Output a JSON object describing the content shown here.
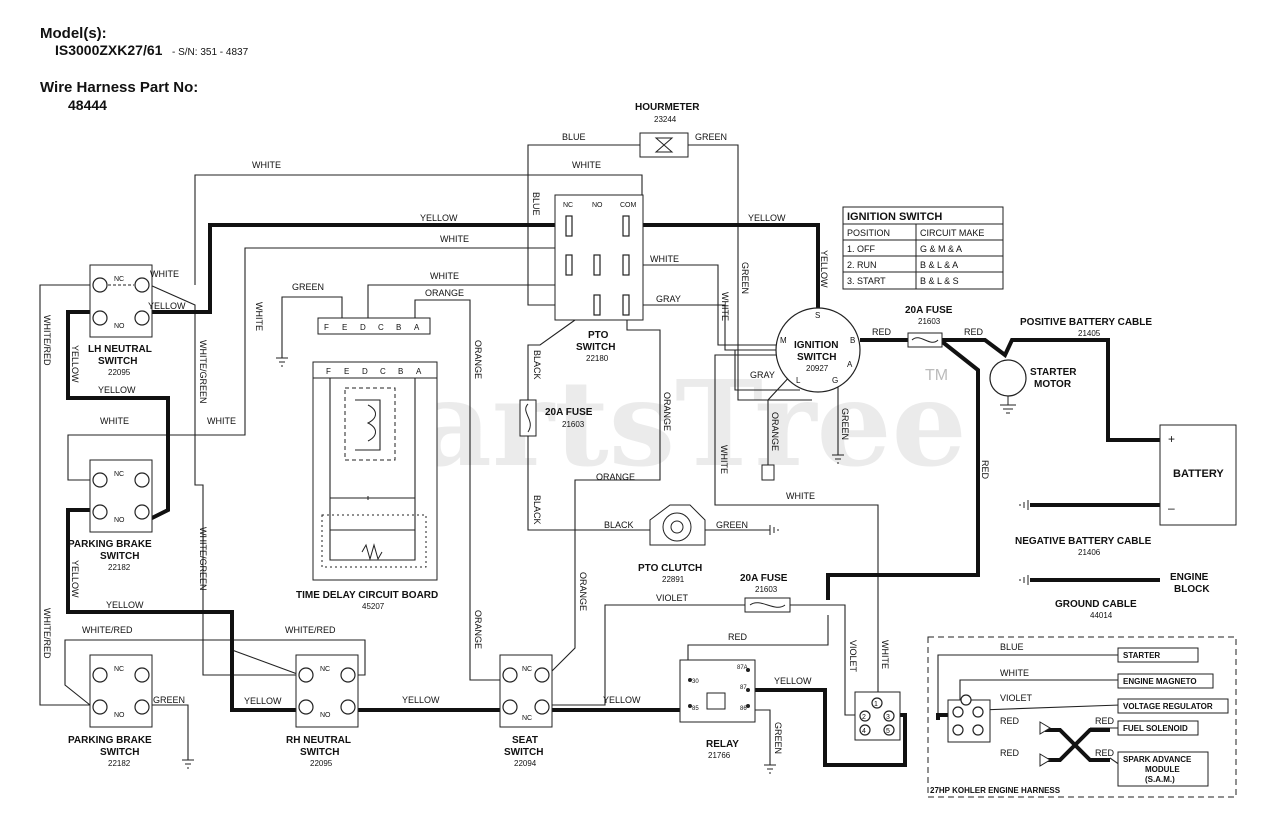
{
  "header": {
    "models_label": "Model(s):",
    "model": "IS3000ZXK27/61",
    "serial": "- S/N: 351 - 4837",
    "harness_label": "Wire Harness Part No:",
    "harness_no": "48444"
  },
  "watermark": {
    "text": "PartsTree",
    "tm": "TM"
  },
  "ignition_table": {
    "title": "IGNITION SWITCH",
    "col1": "POSITION",
    "col2": "CIRCUIT MAKE",
    "rows": [
      {
        "pos": "1. OFF",
        "make": "G & M & A"
      },
      {
        "pos": "2. RUN",
        "make": "B & L & A"
      },
      {
        "pos": "3. START",
        "make": "B & L & S"
      }
    ]
  },
  "components": {
    "hourmeter": {
      "name": "HOURMETER",
      "pn": "23244"
    },
    "pto_switch": {
      "name1": "PTO",
      "name2": "SWITCH",
      "pn": "22180"
    },
    "pto_fuse": {
      "name": "20A FUSE",
      "pn": "21603"
    },
    "ignition": {
      "name1": "IGNITION",
      "name2": "SWITCH",
      "pn": "20927"
    },
    "fuse_main": {
      "name": "20A FUSE",
      "pn": "21603"
    },
    "fuse_relay": {
      "name": "20A FUSE",
      "pn": "21603"
    },
    "pos_cable": {
      "name": "POSITIVE BATTERY CABLE",
      "pn": "21405"
    },
    "starter": {
      "name1": "STARTER",
      "name2": "MOTOR"
    },
    "battery": {
      "name": "BATTERY",
      "plus": "+",
      "minus": "–"
    },
    "neg_cable": {
      "name": "NEGATIVE BATTERY CABLE",
      "pn": "21406"
    },
    "engine_block": {
      "name1": "ENGINE",
      "name2": "BLOCK"
    },
    "ground_cable": {
      "name": "GROUND CABLE",
      "pn": "44014"
    },
    "lh_neutral": {
      "name1": "LH NEUTRAL",
      "name2": "SWITCH",
      "pn": "22095"
    },
    "parking_brake_1": {
      "name1": "PARKING BRAKE",
      "name2": "SWITCH",
      "pn": "22182"
    },
    "parking_brake_2": {
      "name1": "PARKING BRAKE",
      "name2": "SWITCH",
      "pn": "22182"
    },
    "rh_neutral": {
      "name1": "RH NEUTRAL",
      "name2": "SWITCH",
      "pn": "22095"
    },
    "seat_switch": {
      "name1": "SEAT",
      "name2": "SWITCH",
      "pn": "22094"
    },
    "relay": {
      "name": "RELAY",
      "pn": "21766"
    },
    "pto_clutch": {
      "name": "PTO CLUTCH",
      "pn": "22891"
    },
    "time_delay": {
      "name": "TIME DELAY CIRCUIT BOARD",
      "pn": "45207"
    },
    "kohler": {
      "name": "27HP KOHLER ENGINE HARNESS"
    }
  },
  "kohler_outputs": [
    "STARTER",
    "ENGINE MAGNETO",
    "VOLTAGE REGULATOR",
    "FUEL SOLENOID",
    "SPARK ADVANCE",
    "MODULE",
    "(S.A.M.)"
  ],
  "terminals": {
    "pto": [
      "NC",
      "NO",
      "COM"
    ],
    "board": [
      "F",
      "E",
      "D",
      "C",
      "B",
      "A"
    ],
    "ign": [
      "S",
      "B",
      "M",
      "L",
      "A",
      "G"
    ],
    "switch": [
      "NC",
      "NO"
    ],
    "relay": [
      "30",
      "87A",
      "87",
      "85",
      "86"
    ],
    "plug": [
      "1",
      "2",
      "3",
      "4",
      "5"
    ]
  },
  "wire_labels": {
    "blue": "BLUE",
    "white": "WHITE",
    "green": "GREEN",
    "yellow": "YELLOW",
    "orange": "ORANGE",
    "gray": "GRAY",
    "red": "RED",
    "black": "BLACK",
    "violet": "VIOLET",
    "white_red": "WHITE/RED",
    "white_green": "WHITE/GREEN"
  }
}
